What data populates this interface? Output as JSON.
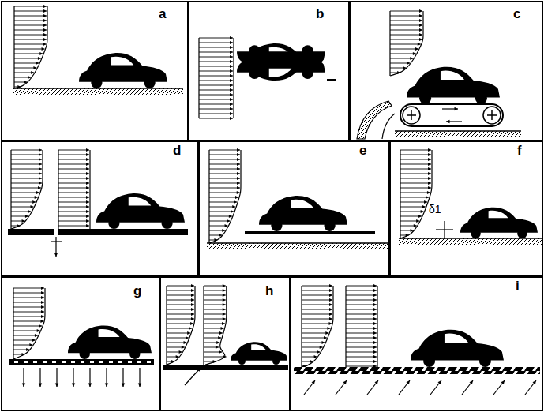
{
  "diagram": {
    "nodes": [
      {
        "text": [
          "a"
        ]
      },
      {
        "text": [
          "b"
        ]
      },
      {
        "text": [
          "c"
        ]
      },
      {
        "text": [
          "d"
        ]
      },
      {
        "text": [
          "e"
        ]
      },
      {
        "text": [
          "f"
        ]
      },
      {
        "text": [
          "g"
        ]
      },
      {
        "text": [
          "h"
        ]
      },
      {
        "text": [
          "i"
        ]
      }
    ],
    "labels": [
      "δ1"
    ]
  }
}
